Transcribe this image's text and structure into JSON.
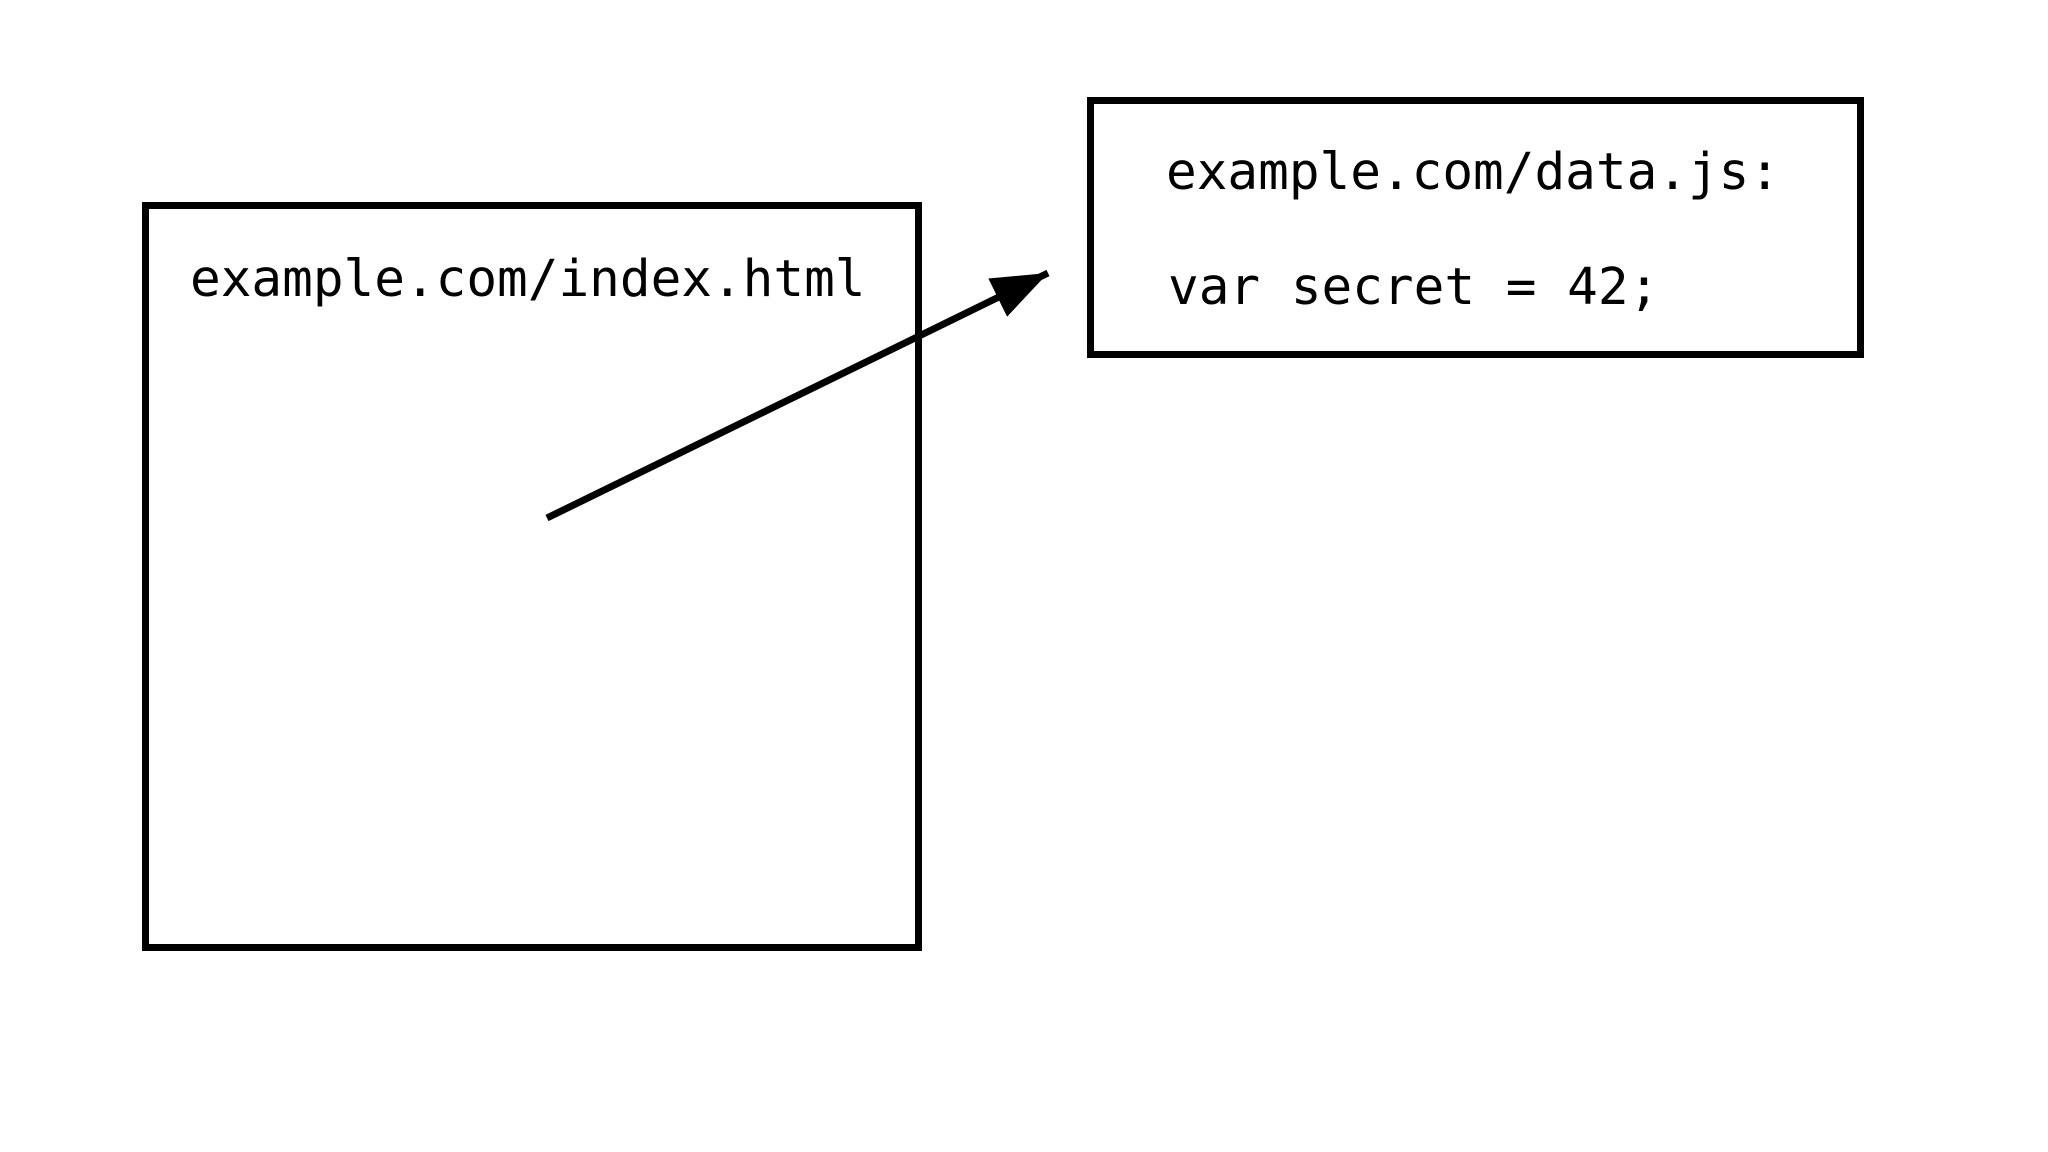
{
  "page": {
    "background": "#ffffff",
    "ink": "#000000"
  },
  "index_box": {
    "label": "example.com/index.html"
  },
  "datajs_box": {
    "url_line": "example.com/data.js:",
    "code_line": "var secret = 42;"
  }
}
